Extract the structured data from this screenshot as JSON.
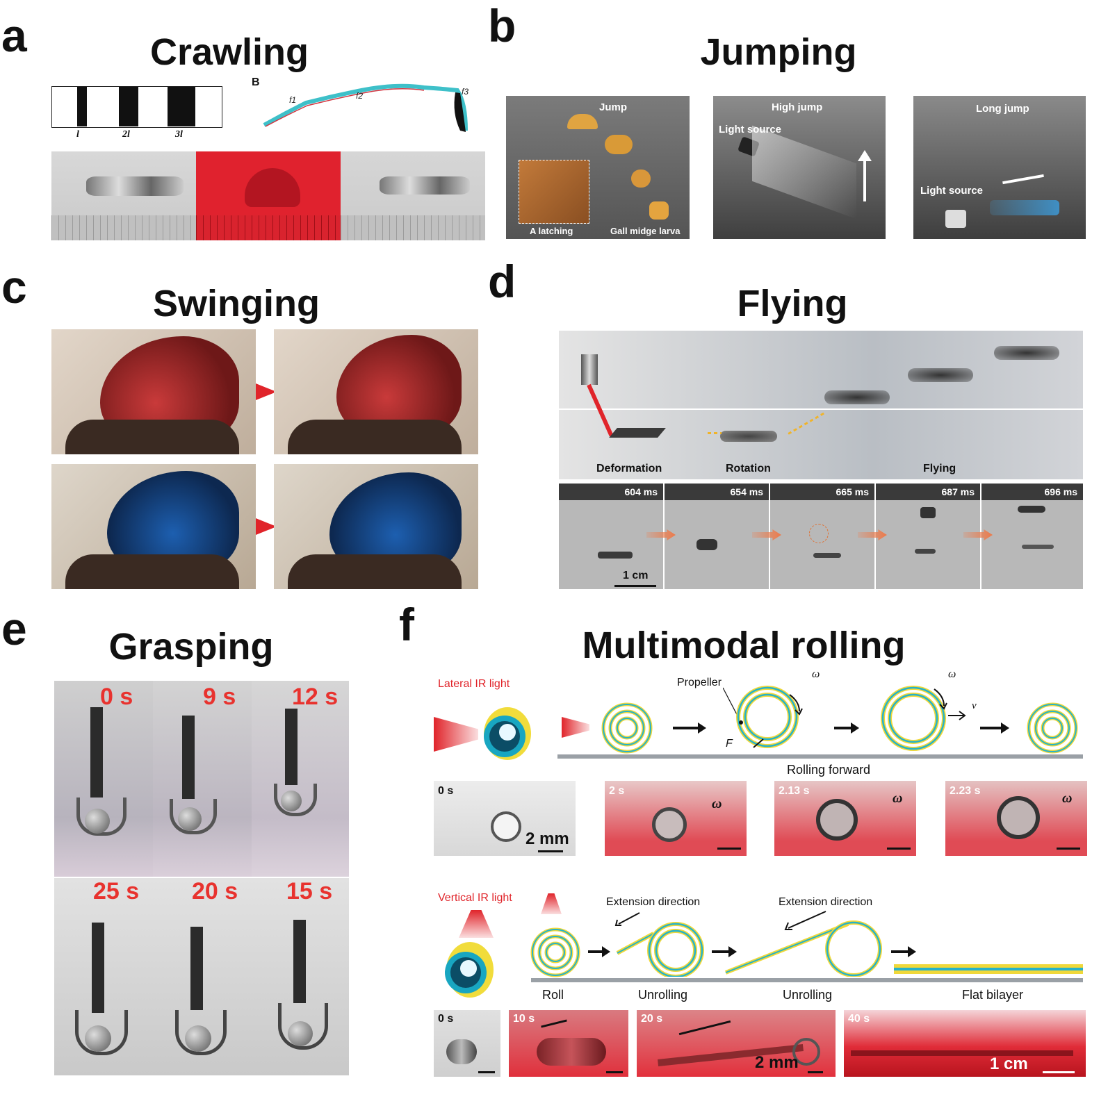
{
  "panels": {
    "a": {
      "letter": "a",
      "title": "Crawling",
      "inset_label": "B",
      "bar_labels": [
        "l",
        "2l",
        "3l"
      ],
      "segment_labels": [
        "f1",
        "f2",
        "f3"
      ]
    },
    "b": {
      "letter": "b",
      "title": "Jumping",
      "sub1": {
        "title": "Jump",
        "latching": "A latching",
        "larva": "Gall midge larva"
      },
      "sub2": {
        "title": "High jump",
        "light": "Light source"
      },
      "sub3": {
        "title": "Long jump",
        "light": "Light source"
      }
    },
    "c": {
      "letter": "c",
      "title": "Swinging"
    },
    "d": {
      "letter": "d",
      "title": "Flying",
      "stages": [
        "Deformation",
        "Rotation",
        "Flying"
      ],
      "times": [
        "604 ms",
        "654 ms",
        "665 ms",
        "687 ms",
        "696 ms"
      ],
      "scale": "1 cm"
    },
    "e": {
      "letter": "e",
      "title": "Grasping",
      "times_top": [
        "0 s",
        "9 s",
        "12 s"
      ],
      "times_bottom": [
        "25 s",
        "20 s",
        "15 s"
      ]
    },
    "f": {
      "letter": "f",
      "title": "Multimodal rolling",
      "lateral": "Lateral IR light",
      "propeller": "Propeller",
      "omega": "ω",
      "force": "F",
      "velocity": "v",
      "rolling_forward": "Rolling forward",
      "lateral_times": [
        "0 s",
        "2 s",
        "2.13 s",
        "2.23 s"
      ],
      "scale_2mm": "2 mm",
      "vertical": "Vertical IR light",
      "extension": "Extension direction",
      "stage_labels": [
        "Roll",
        "Unrolling",
        "Unrolling",
        "Flat bilayer"
      ],
      "vertical_times": [
        "0 s",
        "10 s",
        "20 s",
        "40 s"
      ],
      "scale_2mm_b": "2 mm",
      "scale_1cm": "1 cm"
    }
  }
}
